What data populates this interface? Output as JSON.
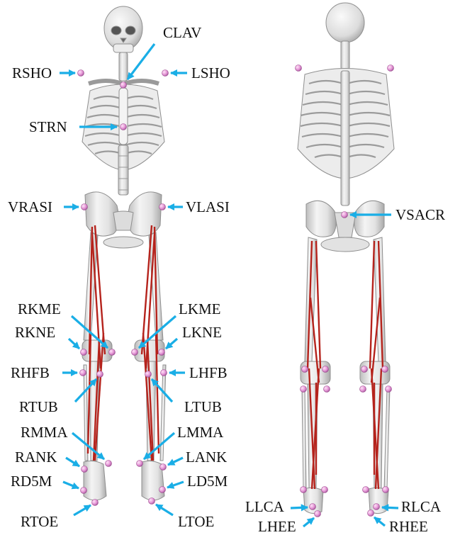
{
  "colors": {
    "arrow": "#1aaee6",
    "marker": "#e394d4",
    "marker_edge": "#9a4a8c",
    "bone": "#e6e6e6",
    "bone_edge": "#8f8f8f",
    "muscle": "#b5231c"
  },
  "labels": {
    "clav": "CLAV",
    "rsho": "RSHO",
    "lsho": "LSHO",
    "strn": "STRN",
    "vrasi": "VRASI",
    "vlasi": "VLASI",
    "rkme": "RKME",
    "lkme": "LKME",
    "rkne": "RKNE",
    "lkne": "LKNE",
    "rhfb": "RHFB",
    "lhfb": "LHFB",
    "rtub": "RTUB",
    "ltub": "LTUB",
    "rmma": "RMMA",
    "lmma": "LMMA",
    "rank": "RANK",
    "lank": "LANK",
    "rd5m": "RD5M",
    "ld5m": "LD5M",
    "rtoe": "RTOE",
    "ltoe": "LTOE",
    "vsacr": "VSACR",
    "llca": "LLCA",
    "rlca": "RLCA",
    "lhee": "LHEE",
    "rhee": "RHEE"
  }
}
